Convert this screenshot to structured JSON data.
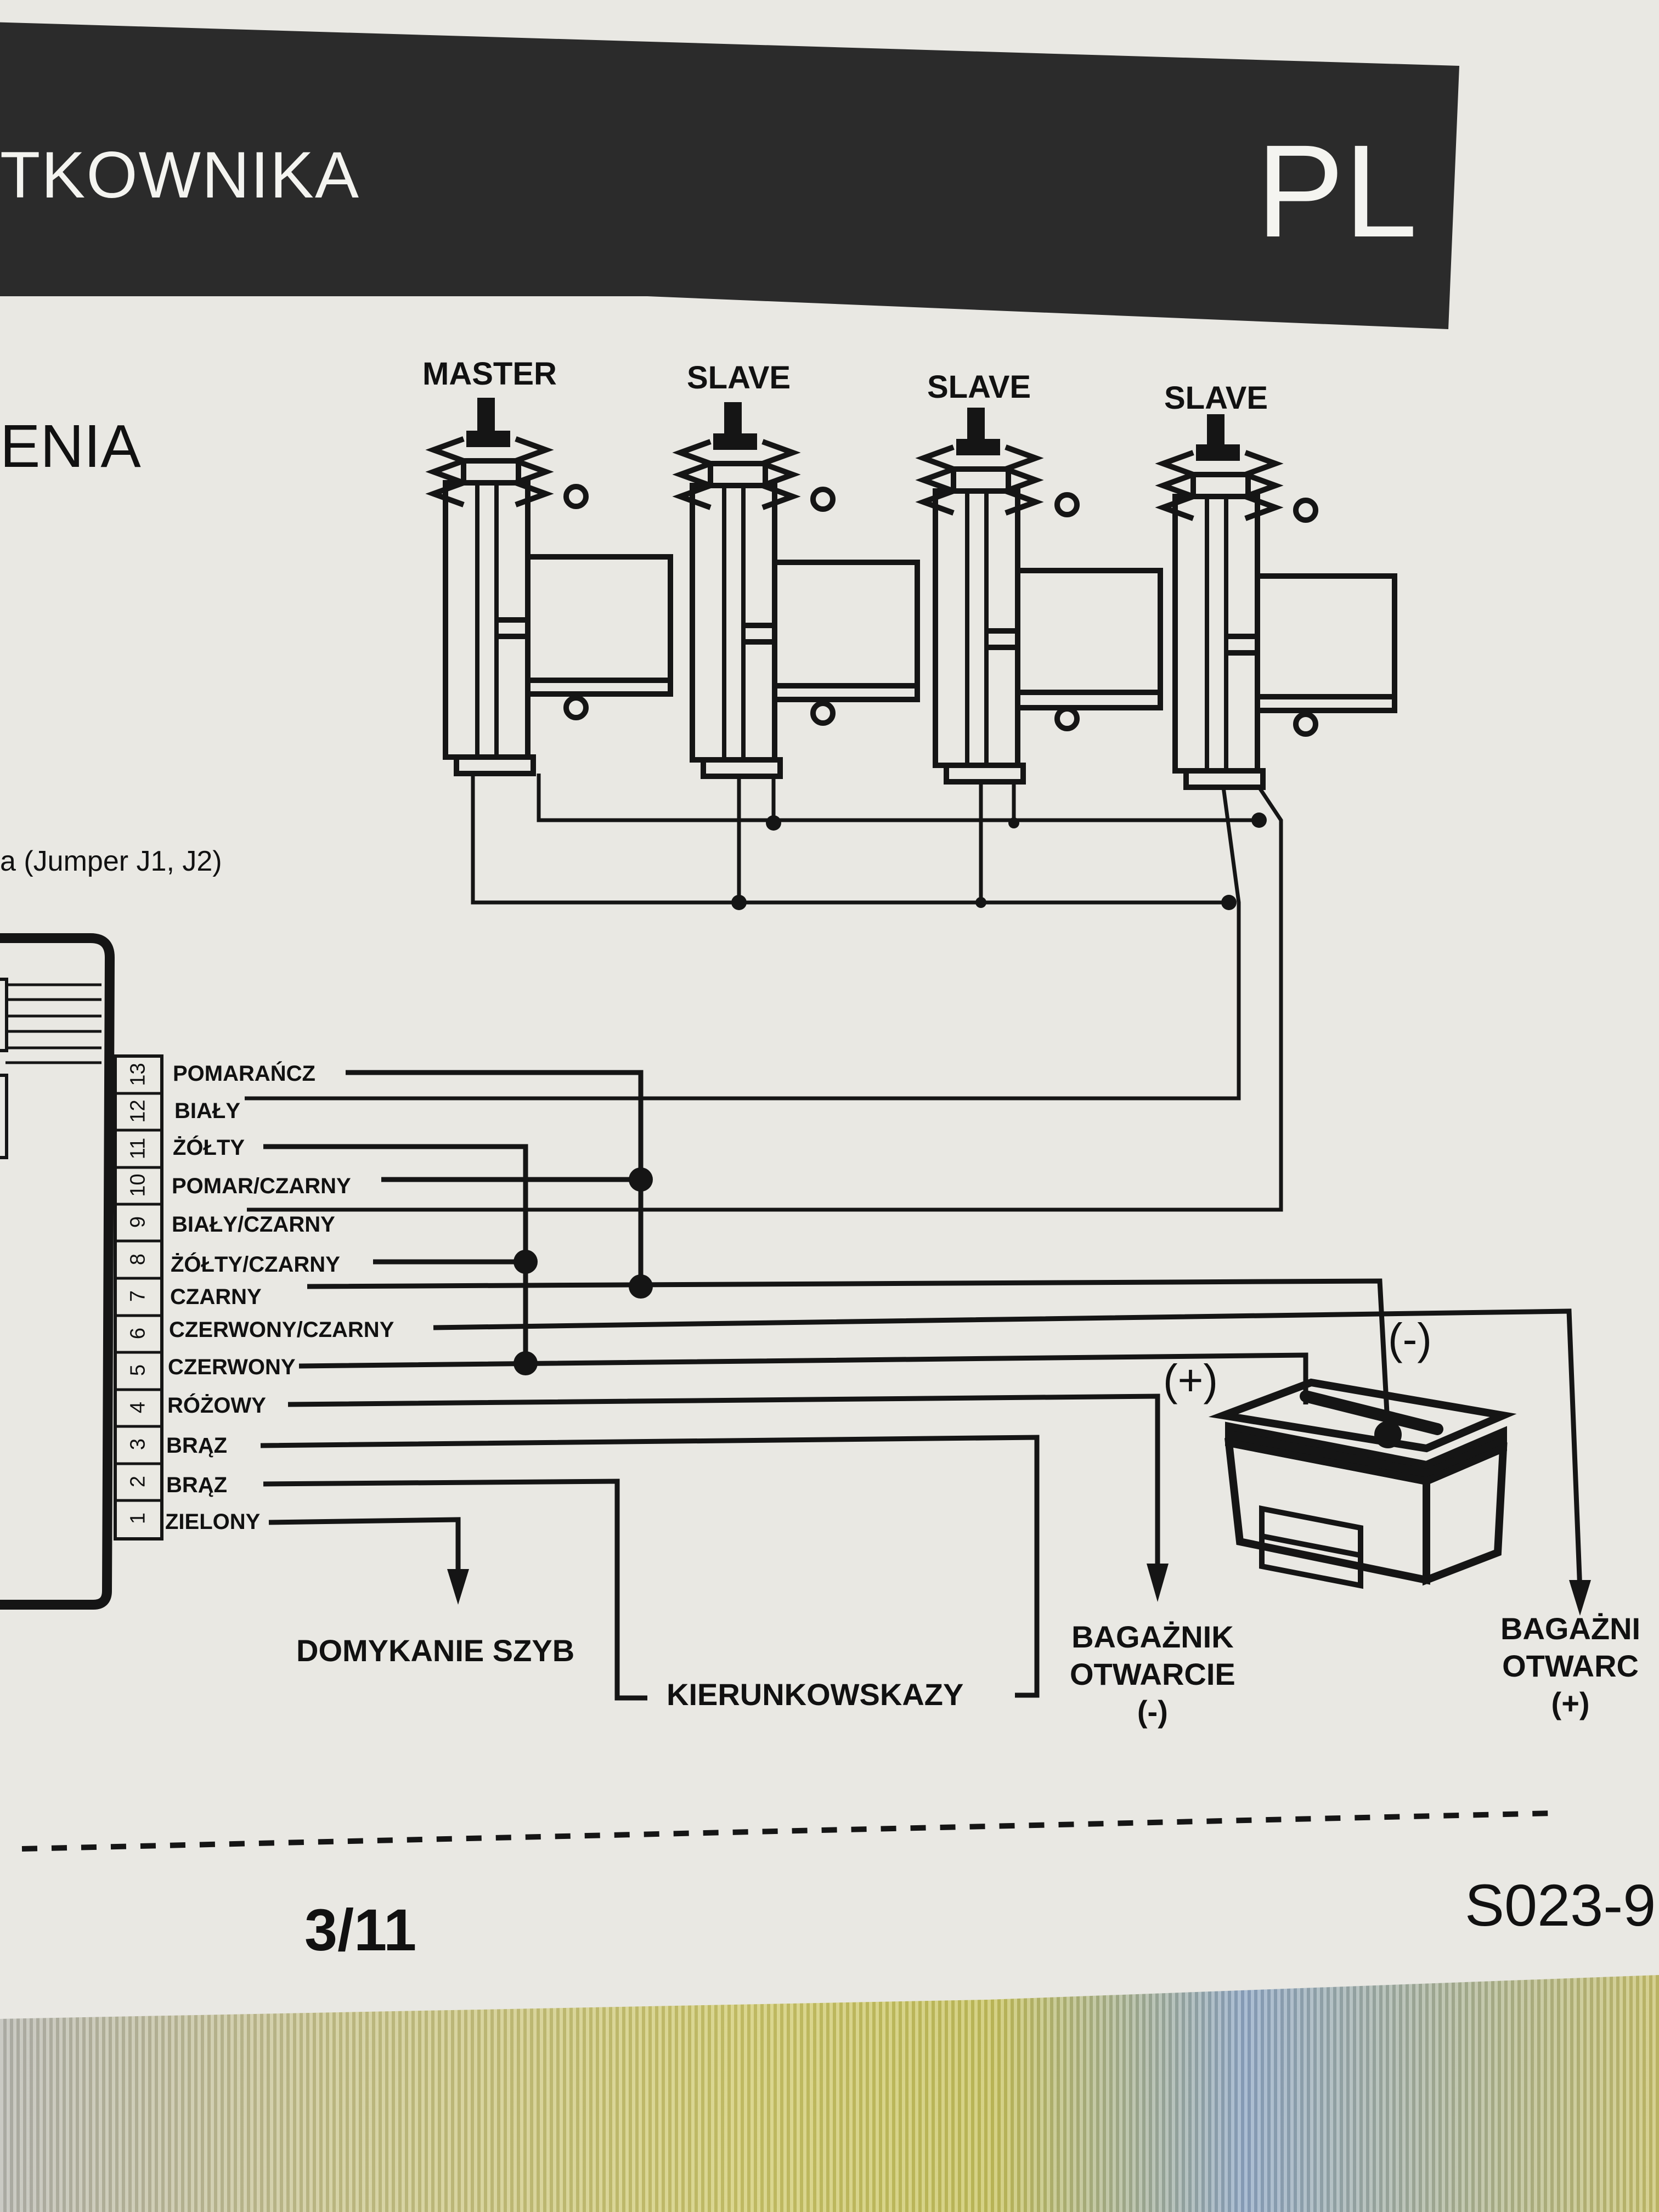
{
  "header": {
    "title_fragment": "TKOWNIKA",
    "language_code": "PL"
  },
  "section": {
    "title_fragment": "ENIA",
    "jumper_note": "a (Jumper J1, J2)"
  },
  "actuators": [
    {
      "label": "MASTER"
    },
    {
      "label": "SLAVE"
    },
    {
      "label": "SLAVE"
    },
    {
      "label": "SLAVE"
    }
  ],
  "connector": {
    "pins": [
      {
        "number": "13",
        "wire_color": "POMARAŃCZ"
      },
      {
        "number": "12",
        "wire_color": "BIAŁY"
      },
      {
        "number": "11",
        "wire_color": "ŻÓŁTY"
      },
      {
        "number": "10",
        "wire_color": "POMAR/CZARNY"
      },
      {
        "number": "9",
        "wire_color": "BIAŁY/CZARNY"
      },
      {
        "number": "8",
        "wire_color": "ŻÓŁTY/CZARNY"
      },
      {
        "number": "7",
        "wire_color": "CZARNY"
      },
      {
        "number": "6",
        "wire_color": "CZERWONY/CZARNY"
      },
      {
        "number": "5",
        "wire_color": "CZERWONY"
      },
      {
        "number": "4",
        "wire_color": "RÓŻOWY"
      },
      {
        "number": "3",
        "wire_color": "BRĄZ"
      },
      {
        "number": "2",
        "wire_color": "BRĄZ"
      },
      {
        "number": "1",
        "wire_color": "ZIELONY"
      }
    ]
  },
  "battery": {
    "positive_label": "(+)",
    "negative_label": "(-)"
  },
  "destinations": {
    "window_closing": "DOMYKANIE SZYB",
    "turn_signals": "KIERUNKOWSKAZY",
    "trunk_minus_line1": "BAGAŻNIK",
    "trunk_minus_line2": "OTWARCIE",
    "trunk_minus_polarity": "(-)",
    "trunk_plus_line1": "BAGAŻNI",
    "trunk_plus_line2": "OTWARC",
    "trunk_plus_polarity": "(+)"
  },
  "footer": {
    "page": "3/11",
    "code_fragment": "S023-9"
  }
}
